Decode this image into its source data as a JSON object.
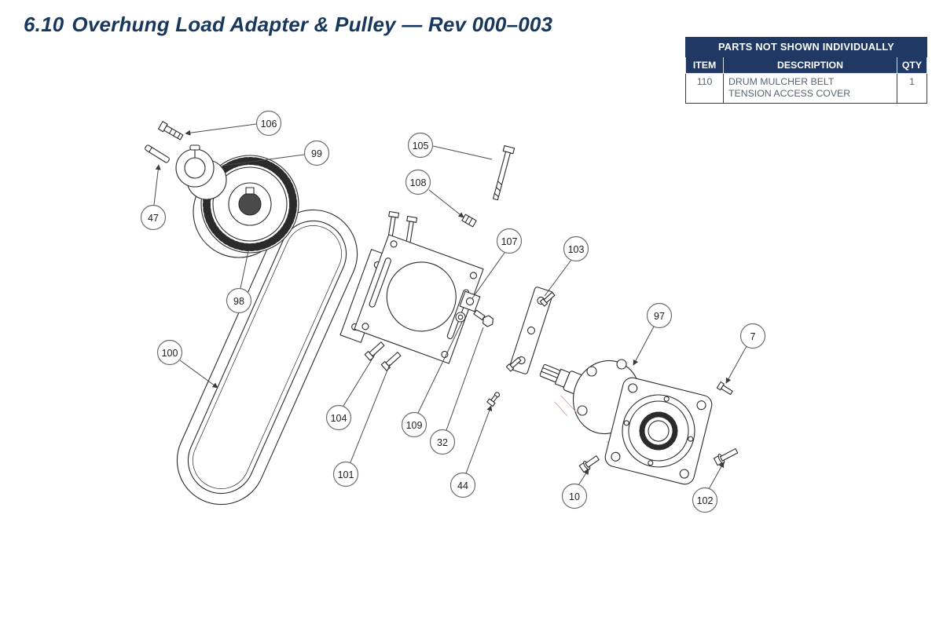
{
  "page": {
    "title_prefix": "6.10",
    "title_main": "Overhung Load Adapter & Pulley — Rev 000–003"
  },
  "parts_table": {
    "title": "PARTS NOT SHOWN INDIVIDUALLY",
    "columns": {
      "item": "ITEM",
      "description": "DESCRIPTION",
      "qty": "QTY"
    },
    "rows": [
      {
        "item": "110",
        "description": "DRUM MULCHER BELT TENSION ACCESS COVER",
        "qty": "1"
      }
    ]
  },
  "colors": {
    "accent_navy": "#1f3864",
    "line_dark": "#2b2b2b",
    "hatch_red": "#dc9c9c"
  },
  "callouts": [
    {
      "label": "106"
    },
    {
      "label": "99"
    },
    {
      "label": "47"
    },
    {
      "label": "98"
    },
    {
      "label": "100"
    },
    {
      "label": "105"
    },
    {
      "label": "108"
    },
    {
      "label": "107"
    },
    {
      "label": "103"
    },
    {
      "label": "97"
    },
    {
      "label": "7"
    },
    {
      "label": "104"
    },
    {
      "label": "109"
    },
    {
      "label": "32"
    },
    {
      "label": "101"
    },
    {
      "label": "44"
    },
    {
      "label": "10"
    },
    {
      "label": "102"
    }
  ]
}
